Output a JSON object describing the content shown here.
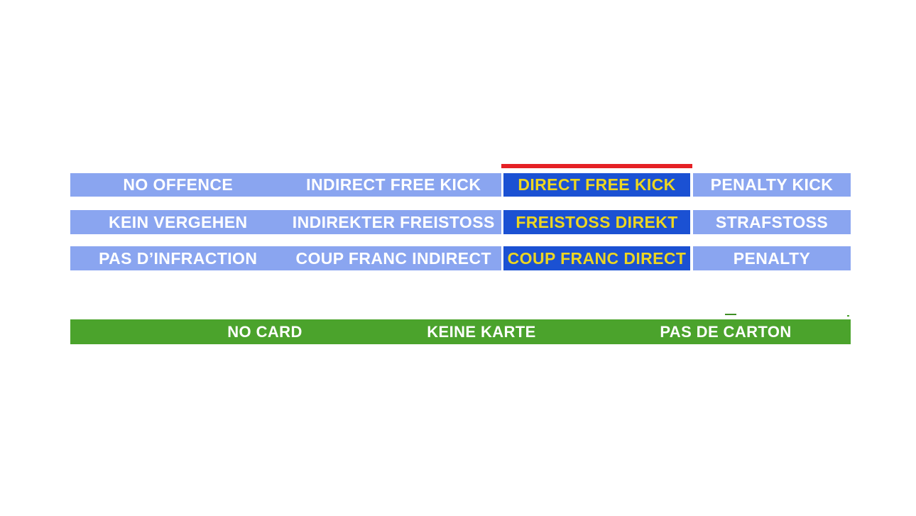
{
  "panel": {
    "rows": [
      {
        "cells": [
          {
            "label": "NO OFFENCE",
            "selected": false
          },
          {
            "label": "INDIRECT FREE KICK",
            "selected": false
          },
          {
            "label": "DIRECT FREE KICK",
            "selected": true
          },
          {
            "label": "PENALTY KICK",
            "selected": false
          }
        ]
      },
      {
        "cells": [
          {
            "label": "KEIN VERGEHEN",
            "selected": false
          },
          {
            "label": "INDIREKTER FREISTOSS",
            "selected": false
          },
          {
            "label": "FREISTOSS DIREKT",
            "selected": true
          },
          {
            "label": "STRAFSTOSS",
            "selected": false
          }
        ]
      },
      {
        "cells": [
          {
            "label": "PAS D’INFRACTION",
            "selected": false
          },
          {
            "label": "COUP FRANC INDIRECT",
            "selected": false
          },
          {
            "label": "COUP FRANC DIRECT",
            "selected": true
          },
          {
            "label": "PENALTY",
            "selected": false
          }
        ]
      }
    ]
  },
  "card_bar": {
    "options": [
      {
        "label": "NO CARD"
      },
      {
        "label": "KEINE KARTE"
      },
      {
        "label": "PAS DE CARTON"
      }
    ]
  },
  "colors": {
    "option_blue": "#8AA5F0",
    "selected_blue": "#1B51D3",
    "selected_text_yellow": "#EDD621",
    "indicator_red": "#E52125",
    "card_bar_green": "#4BA32C",
    "text_white": "#FFFFFF"
  }
}
